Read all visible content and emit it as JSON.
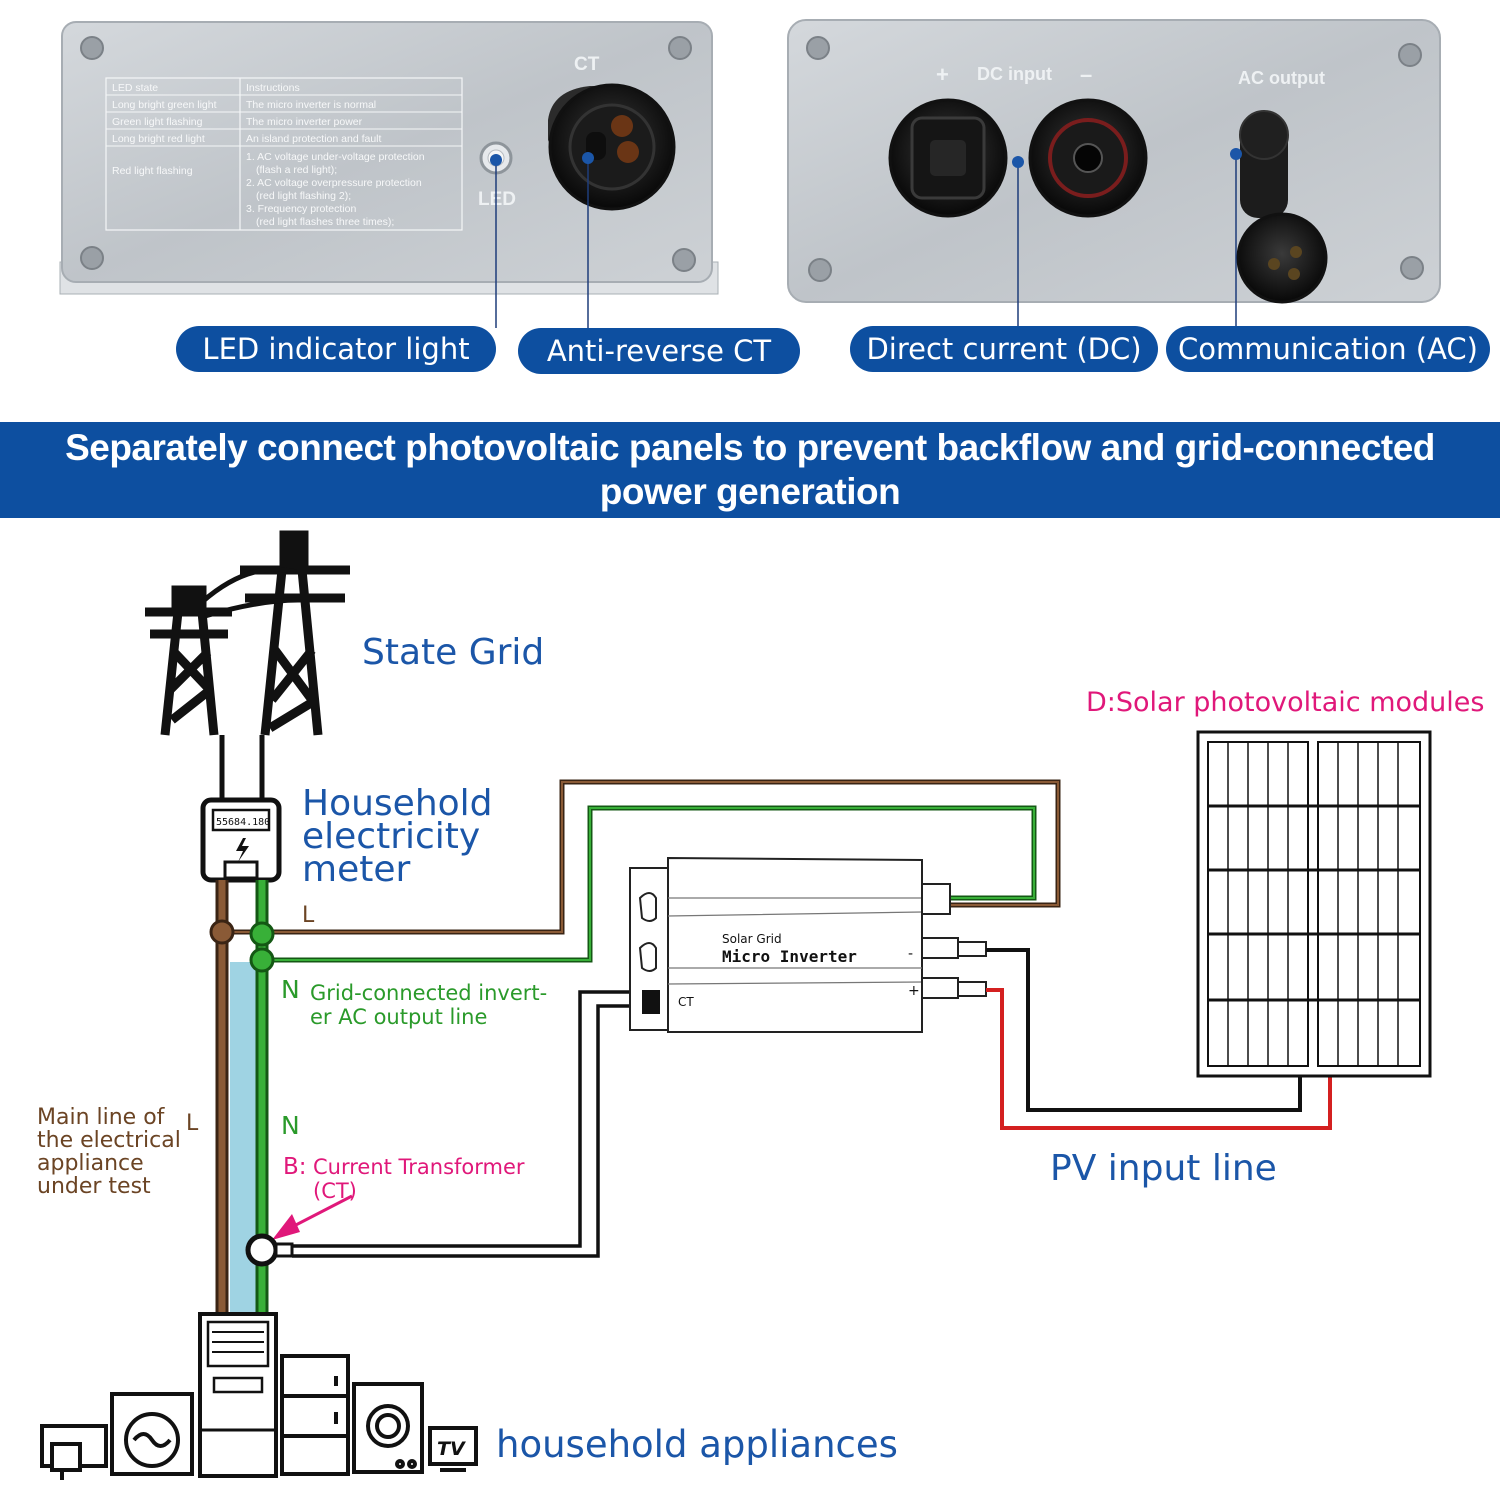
{
  "panels": {
    "left": {
      "table": {
        "header_state": "LED state",
        "header_instructions": "Instructions",
        "rows": [
          {
            "state": "Long bright green light",
            "instr": "The micro inverter is normal"
          },
          {
            "state": "Green light flashing",
            "instr": "The micro inverter power"
          },
          {
            "state": "Long bright red light",
            "instr": "An island protection and fault"
          },
          {
            "state": "Red light flashing",
            "instr": "1. AC voltage under-voltage protection"
          }
        ],
        "extra_lines": [
          "(flash a red light);",
          "2. AC voltage overpressure protection",
          "(red light flashing 2);",
          "3. Frequency protection",
          "(red light flashes three times);"
        ]
      },
      "led_label": "LED",
      "ct_label": "CT"
    },
    "right": {
      "dc_input_label": "DC input",
      "plus": "+",
      "minus": "–",
      "ac_output_label": "AC output"
    }
  },
  "pills": {
    "led": "LED indicator light",
    "ct": "Anti-reverse CT",
    "dc": "Direct current (DC)",
    "ac": "Communication (AC)"
  },
  "banner": "Separately connect photovoltaic panels to prevent backflow and grid-connected power generation",
  "diagram": {
    "state_grid": "State Grid",
    "meter_lines": [
      "Household",
      "electricity",
      "meter"
    ],
    "meter_display": "55684.180",
    "L_top": "L",
    "N_green": "N",
    "green_line": [
      "Grid-connected invert-",
      "er AC output line"
    ],
    "main_line": [
      "Main line of",
      "the electrical",
      "appliance",
      "under test"
    ],
    "L_main": "L",
    "N_mid": "N",
    "ct_prefix": "B:",
    "ct_text": [
      "Current Transformer",
      "(CT)"
    ],
    "solar": "D:Solar photovoltaic modules",
    "pv_input": "PV input line",
    "appliances": "household appliances",
    "inverter_line1": "Solar Grid",
    "inverter_line2": "Micro Inverter",
    "inverter_ct": "CT",
    "inverter_minus": "-",
    "inverter_plus": "+",
    "tv": "TV"
  },
  "colors": {
    "banner": "#0d4fa0",
    "label_blue": "#1b56a8",
    "green": "#2a9a2a",
    "brown": "#6b4424",
    "magenta": "#e0187a",
    "red": "#d42020",
    "light_blue": "#9fd3e3"
  }
}
